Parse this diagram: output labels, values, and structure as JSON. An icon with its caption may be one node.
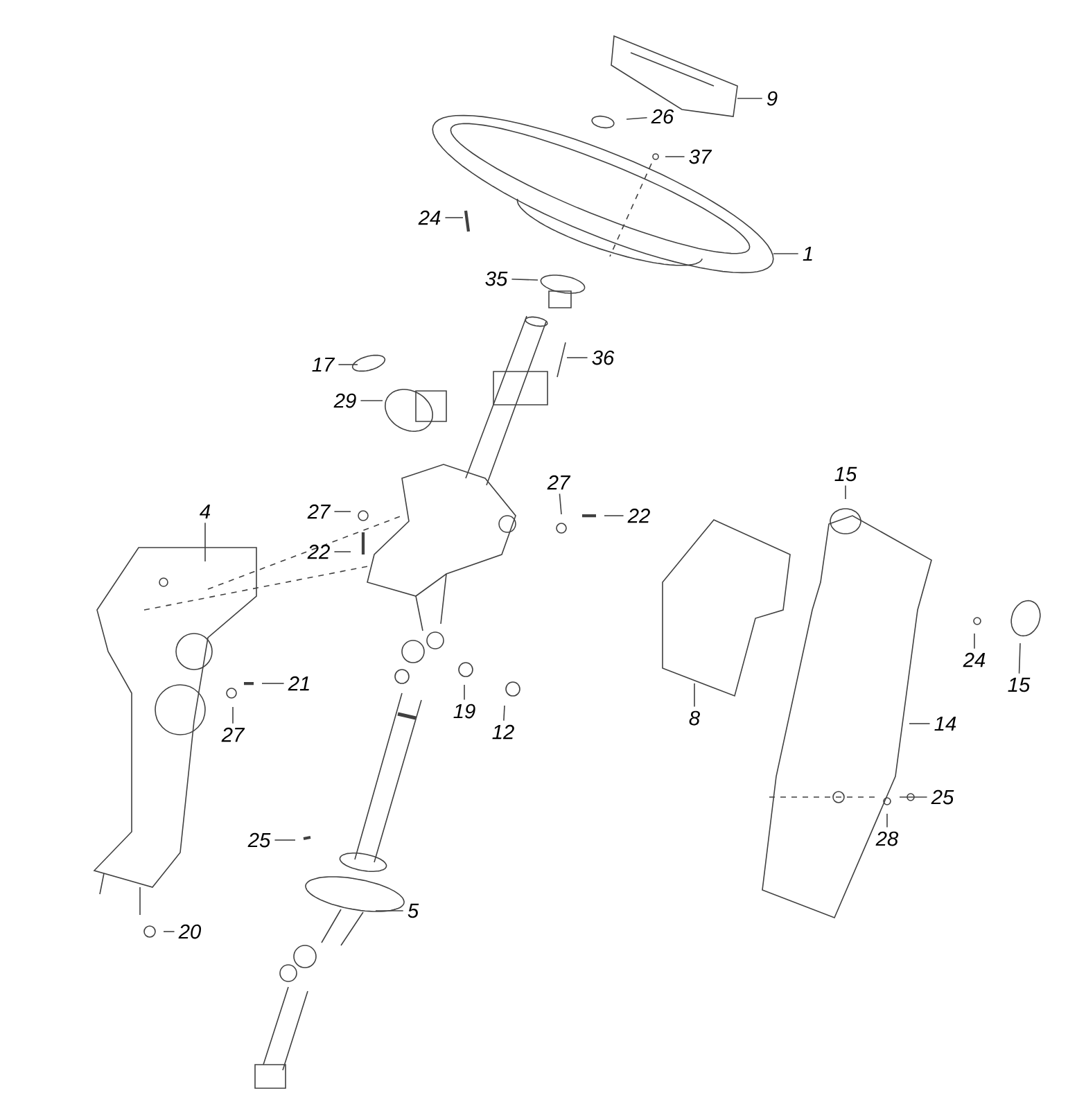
{
  "diagram": {
    "nodes": [
      {
        "text": [
          "9"
        ]
      },
      {
        "text": [
          "26"
        ]
      },
      {
        "text": [
          "37"
        ]
      },
      {
        "text": [
          "24"
        ]
      },
      {
        "text": [
          "1"
        ]
      },
      {
        "text": [
          "35"
        ]
      },
      {
        "text": [
          "36"
        ]
      },
      {
        "text": [
          "17"
        ]
      },
      {
        "text": [
          "29"
        ]
      },
      {
        "text": [
          "27"
        ]
      },
      {
        "text": [
          "15"
        ]
      },
      {
        "text": [
          "4"
        ]
      },
      {
        "text": [
          "27"
        ]
      },
      {
        "text": [
          "22"
        ]
      },
      {
        "text": [
          "22"
        ]
      },
      {
        "text": [
          "24"
        ]
      },
      {
        "text": [
          "21"
        ]
      },
      {
        "text": [
          "15"
        ]
      },
      {
        "text": [
          "19"
        ]
      },
      {
        "text": [
          "8"
        ]
      },
      {
        "text": [
          "14"
        ]
      },
      {
        "text": [
          "12"
        ]
      },
      {
        "text": [
          "27"
        ]
      },
      {
        "text": [
          "25"
        ]
      },
      {
        "text": [
          "28"
        ]
      },
      {
        "text": [
          "25"
        ]
      },
      {
        "text": [
          "5"
        ]
      },
      {
        "text": [
          "20"
        ]
      }
    ],
    "edges": [
      {
        "from": 0,
        "to": null,
        "arrow": "none"
      },
      {
        "from": 1,
        "to": null,
        "arrow": "none"
      },
      {
        "from": 2,
        "to": null,
        "arrow": "none"
      },
      {
        "from": 3,
        "to": null,
        "arrow": "none"
      },
      {
        "from": 4,
        "to": null,
        "arrow": "none"
      },
      {
        "from": 5,
        "to": null,
        "arrow": "none"
      },
      {
        "from": 6,
        "to": null,
        "arrow": "none"
      },
      {
        "from": 7,
        "to": null,
        "arrow": "none"
      },
      {
        "from": 8,
        "to": null,
        "arrow": "none"
      },
      {
        "from": 9,
        "to": null,
        "arrow": "none"
      },
      {
        "from": 10,
        "to": null,
        "arrow": "none"
      },
      {
        "from": 11,
        "to": null,
        "arrow": "none"
      },
      {
        "from": 12,
        "to": null,
        "arrow": "none"
      },
      {
        "from": 13,
        "to": null,
        "arrow": "none"
      },
      {
        "from": 14,
        "to": null,
        "arrow": "none"
      },
      {
        "from": 15,
        "to": null,
        "arrow": "none"
      },
      {
        "from": 16,
        "to": null,
        "arrow": "none"
      },
      {
        "from": 17,
        "to": null,
        "arrow": "none"
      },
      {
        "from": 18,
        "to": null,
        "arrow": "none"
      },
      {
        "from": 19,
        "to": null,
        "arrow": "none"
      },
      {
        "from": 20,
        "to": null,
        "arrow": "none"
      },
      {
        "from": 21,
        "to": null,
        "arrow": "none"
      },
      {
        "from": 22,
        "to": null,
        "arrow": "none"
      },
      {
        "from": 23,
        "to": null,
        "arrow": "none"
      },
      {
        "from": 24,
        "to": null,
        "arrow": "none"
      },
      {
        "from": 25,
        "to": null,
        "arrow": "none"
      },
      {
        "from": 26,
        "to": null,
        "arrow": "none"
      },
      {
        "from": 27,
        "to": null,
        "arrow": "none"
      }
    ]
  }
}
